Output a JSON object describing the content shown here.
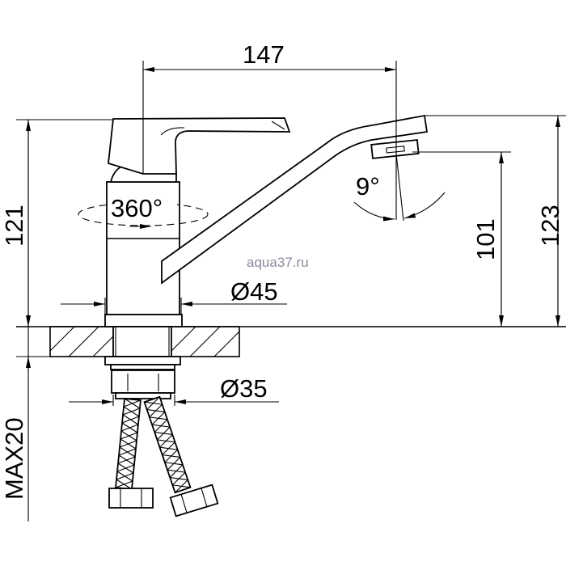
{
  "drawing": {
    "dimensions": {
      "spout_reach": "147",
      "body_height": "121",
      "total_height": "123",
      "spout_outlet_height": "101",
      "rotation": "360°",
      "aerator_angle": "9°",
      "body_diameter": "Ø45",
      "stud_diameter": "Ø35",
      "max_counter_thickness": "MAX20"
    },
    "watermark": "aqua37.ru",
    "colors": {
      "line": "#000000",
      "watermark": "#8a8a9a"
    }
  }
}
